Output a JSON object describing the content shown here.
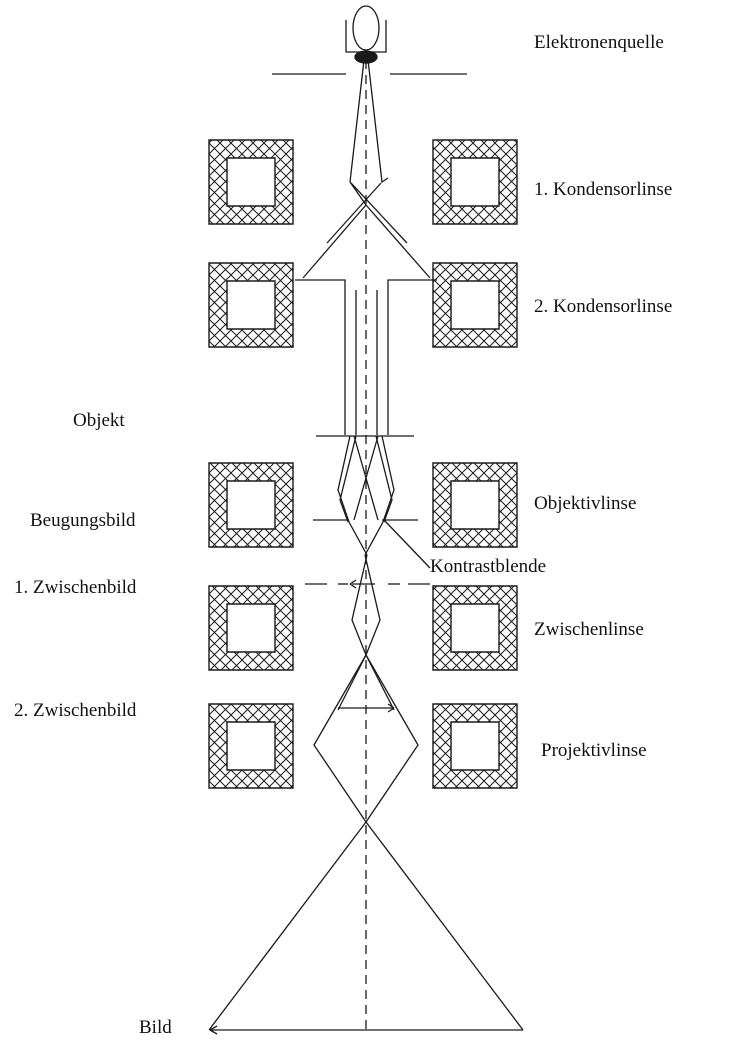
{
  "labels": {
    "source": "Elektronenquelle",
    "condenser1": "1. Kondensorlinse",
    "condenser2": "2. Kondensorlinse",
    "object": "Objekt",
    "objective_lens": "Objektivlinse",
    "diffraction_image": "Beugungsbild",
    "contrast_aperture": "Kontrastblende",
    "intermediate_image1": "1. Zwischenbild",
    "intermediate_lens": "Zwischenlinse",
    "intermediate_image2": "2. Zwischenbild",
    "projective_lens": "Projektivlinse",
    "image": "Bild"
  },
  "colors": {
    "line": "#1a1a1a",
    "background": "#ffffff"
  }
}
